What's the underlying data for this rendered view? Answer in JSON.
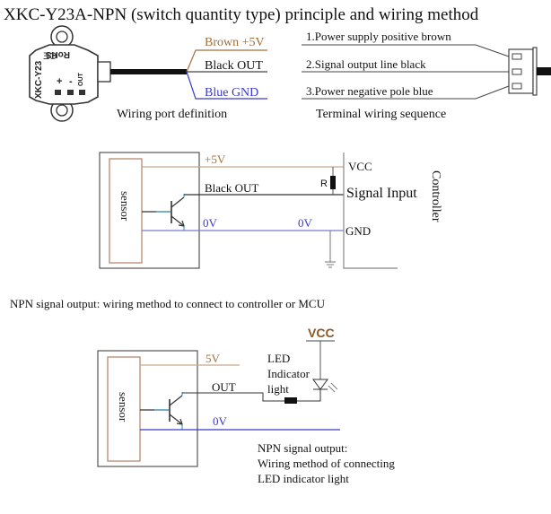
{
  "title": "XKC-Y23A-NPN (switch quantity type) principle and wiring method",
  "colors": {
    "brown": "#a0703c",
    "blue": "#3a3acc",
    "black": "#222222",
    "box": "#555555",
    "sensor_box": "#b08060",
    "teal": "#40a0c0"
  },
  "port_definition": {
    "device_labels": {
      "model": "XKC-Y23",
      "rohs": "RoHS",
      "plus": "+",
      "minus": "-",
      "out": "OUT"
    },
    "wires": [
      {
        "label": "Brown +5V",
        "color": "brown"
      },
      {
        "label": "Black OUT",
        "color": "black"
      },
      {
        "label": "Blue GND",
        "color": "blue"
      }
    ],
    "caption": "Wiring port definition"
  },
  "terminal_sequence": {
    "lines": [
      "1.Power supply positive brown",
      "2.Signal output line black",
      "3.Power negative pole blue"
    ],
    "caption": "Terminal wiring sequence"
  },
  "controller_circuit": {
    "sensor_label": "sensor",
    "plus5v": "+5V",
    "black_out": "Black OUT",
    "zero_v_left": "0V",
    "zero_v_right": "0V",
    "resistor": "R",
    "vcc": "VCC",
    "signal_input": "Signal Input",
    "gnd": "GND",
    "controller_label": "Controller"
  },
  "npn_controller_caption": "NPN signal output: wiring method to connect to controller or MCU",
  "led_circuit": {
    "sensor_label": "sensor",
    "five_v": "5V",
    "out": "OUT",
    "zero_v": "0V",
    "vcc": "VCC",
    "led_label_lines": [
      "LED",
      "Indicator",
      "light"
    ],
    "caption_lines": [
      "NPN signal output:",
      "Wiring method of connecting",
      "LED indicator light"
    ]
  }
}
